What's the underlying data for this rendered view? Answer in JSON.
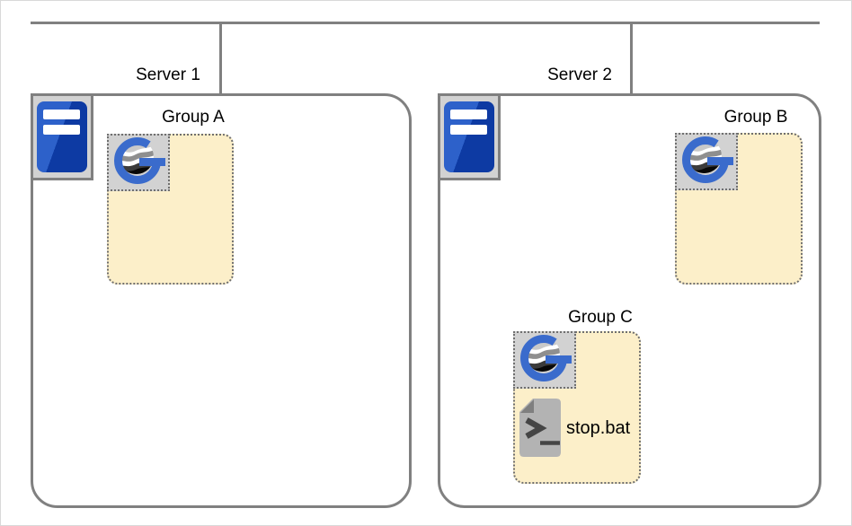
{
  "network": {
    "servers": [
      {
        "label": "Server 1",
        "groups": [
          {
            "label": "Group A",
            "files": []
          }
        ]
      },
      {
        "label": "Server 2",
        "groups": [
          {
            "label": "Group B",
            "files": []
          },
          {
            "label": "Group C",
            "files": [
              {
                "name": "stop.bat",
                "icon": "batch-script-icon"
              }
            ]
          }
        ]
      }
    ]
  },
  "icons": {
    "server": "server-icon",
    "group_member": "glassfish-logo-icon",
    "script_file": "batch-script-icon"
  },
  "colors": {
    "connector_line": "#808080",
    "server_border": "#808080",
    "group_fill": "#FCEFC9",
    "group_border": "#6F6F6F",
    "icon_background": "#D2D2D2",
    "server_blue_light": "#2D61CA",
    "server_blue_dark": "#0D3AA3",
    "glassfish_blue": "#3A6BCC"
  }
}
